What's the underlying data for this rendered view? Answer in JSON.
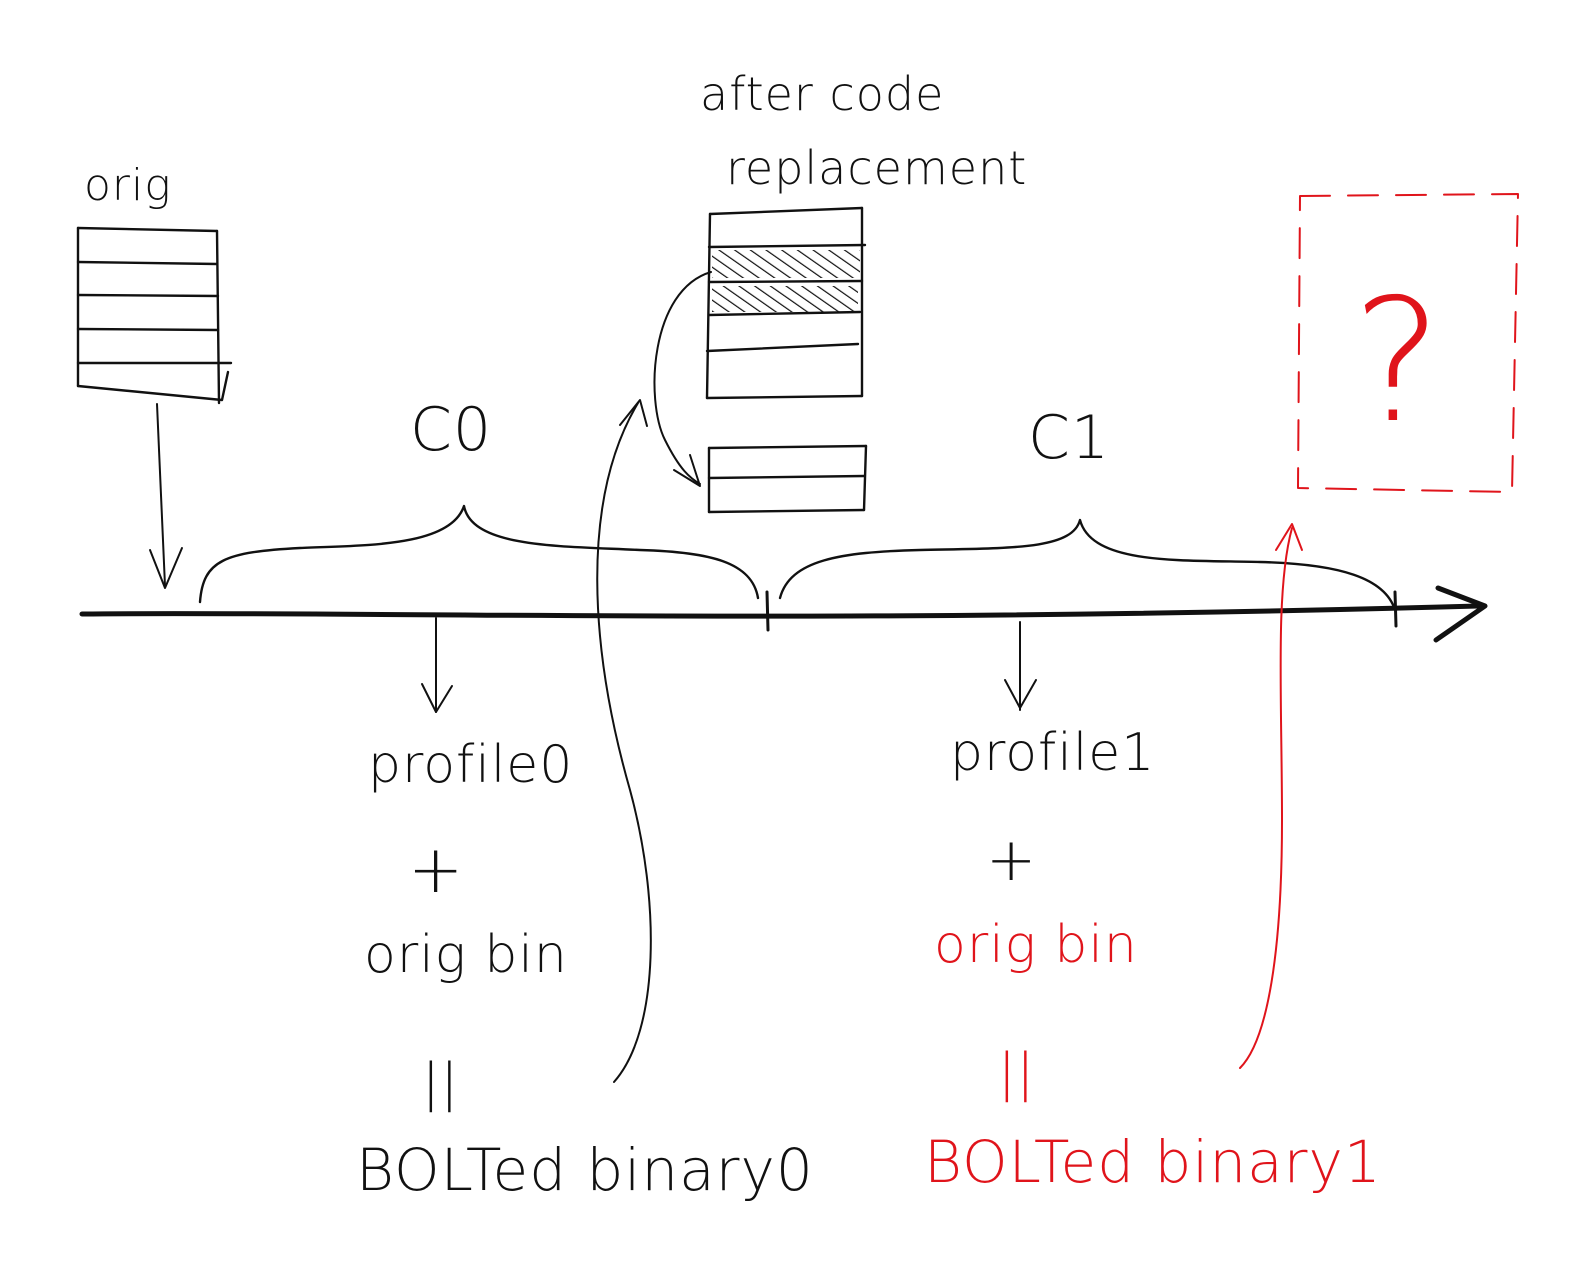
{
  "colors": {
    "ink": "#111111",
    "accent": "#e0141b",
    "background": "#ffffff"
  },
  "labels": {
    "orig": "orig",
    "after_line1": "after code",
    "after_line2": "replacement",
    "c0": "C0",
    "c1": "C1",
    "question": "?"
  },
  "stack_left": {
    "profile": "profile0",
    "plus": "+",
    "bin": "orig bin",
    "equals": "||",
    "result": "BOLTed binary0"
  },
  "stack_right": {
    "profile": "profile1",
    "plus": "+",
    "bin": "orig bin",
    "equals": "||",
    "result": "BOLTed binary1"
  }
}
